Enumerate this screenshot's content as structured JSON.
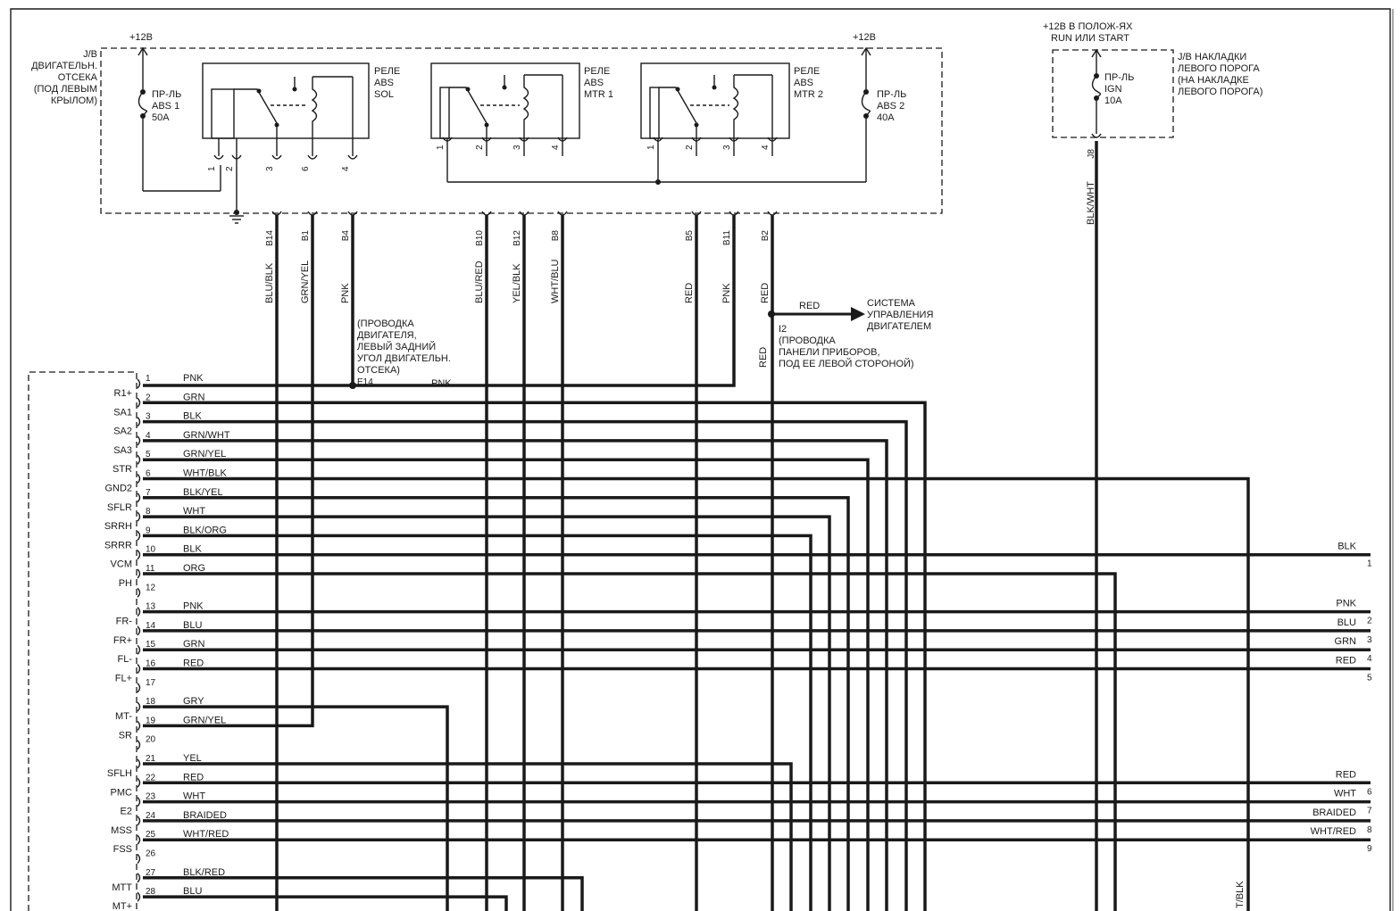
{
  "top": {
    "plus12_left": "+12B",
    "plus12_right": "+12B",
    "ign_supply": [
      "+12B В ПОЛОЖ-ЯХ",
      "RUN ИЛИ START"
    ]
  },
  "jb_engine": [
    "J/B",
    "ДВИГАТЕЛЬН.",
    "ОТСЕКА",
    "(ПОД ЛЕВЫМ",
    "КРЫЛОМ)"
  ],
  "jb_kick": [
    "J/B НАКЛАДКИ",
    "ЛЕВОГО ПОРОГА",
    "(НА НАКЛАДКЕ",
    "ЛЕВОГО ПОРОГА)"
  ],
  "fuses": [
    {
      "id": "abs1",
      "lines": [
        "ПР-ЛЬ",
        "ABS 1",
        "50A"
      ]
    },
    {
      "id": "abs2",
      "lines": [
        "ПР-ЛЬ",
        "ABS 2",
        "40A"
      ]
    },
    {
      "id": "ign",
      "lines": [
        "ПР-ЛЬ",
        "IGN",
        "10A"
      ]
    }
  ],
  "relays": [
    {
      "id": "sol",
      "lines": [
        "РЕЛЕ",
        "ABS",
        "SOL"
      ],
      "pins": [
        "1",
        "2",
        "3",
        "6",
        "4"
      ]
    },
    {
      "id": "mtr1",
      "lines": [
        "РЕЛЕ",
        "ABS",
        "MTR 1"
      ],
      "pins": [
        "1",
        "2",
        "3",
        "4"
      ]
    },
    {
      "id": "mtr2",
      "lines": [
        "РЕЛЕ",
        "ABS",
        "MTR 2"
      ],
      "pins": [
        "1",
        "2",
        "3",
        "4"
      ]
    }
  ],
  "drops": [
    {
      "conn": "B14",
      "color": "BLU/BLK"
    },
    {
      "conn": "B1",
      "color": "GRN/YEL"
    },
    {
      "conn": "B4",
      "color": "PNK"
    },
    {
      "conn": "B10",
      "color": "BLU/RED"
    },
    {
      "conn": "B12",
      "color": "YEL/BLK"
    },
    {
      "conn": "B8",
      "color": "WHT/BLU"
    },
    {
      "conn": "B5",
      "color": "RED"
    },
    {
      "conn": "B11",
      "color": "PNK"
    },
    {
      "conn": "B2",
      "color": "RED"
    },
    {
      "conn": "J8",
      "color": "BLK/WHT"
    }
  ],
  "notes": {
    "engine_harness": [
      "(ПРОВОДКА",
      "ДВИГАТЕЛЯ,",
      "ЛЕВЫЙ ЗАДНИЙ",
      "УГОЛ ДВИГАТЕЛЬН.",
      "ОТСЕКА)"
    ],
    "e14": "E14",
    "e14_wire": "PNK",
    "i2": "I2",
    "i2_note": [
      "(ПРОВОДКА",
      "ПАНЕЛИ ПРИБОРОВ,",
      "ПОД ЕЕ ЛЕВОЙ СТОРОНОЙ)"
    ],
    "i2_wire": "RED",
    "i2_vert": "RED",
    "engine_system": [
      "СИСТЕМА",
      "УПРАВЛЕНИЯ",
      "ДВИГАТЕЛЕМ"
    ]
  },
  "ecu_pins": [
    {
      "pin": "1",
      "name": "R1+",
      "color": "PNK"
    },
    {
      "pin": "2",
      "name": "SA1",
      "color": "GRN"
    },
    {
      "pin": "3",
      "name": "SA2",
      "color": "BLK"
    },
    {
      "pin": "4",
      "name": "SA3",
      "color": "GRN/WHT"
    },
    {
      "pin": "5",
      "name": "STR",
      "color": "GRN/YEL"
    },
    {
      "pin": "6",
      "name": "GND2",
      "color": "WHT/BLK"
    },
    {
      "pin": "7",
      "name": "SFLR",
      "color": "BLK/YEL"
    },
    {
      "pin": "8",
      "name": "SRRH",
      "color": "WHT"
    },
    {
      "pin": "9",
      "name": "SRRR",
      "color": "BLK/ORG"
    },
    {
      "pin": "10",
      "name": "VCM",
      "color": "BLK"
    },
    {
      "pin": "11",
      "name": "PH",
      "color": "ORG"
    },
    {
      "pin": "12",
      "name": "",
      "color": ""
    },
    {
      "pin": "13",
      "name": "FR-",
      "color": "PNK"
    },
    {
      "pin": "14",
      "name": "FR+",
      "color": "BLU"
    },
    {
      "pin": "15",
      "name": "FL-",
      "color": "GRN"
    },
    {
      "pin": "16",
      "name": "FL+",
      "color": "RED"
    },
    {
      "pin": "17",
      "name": "",
      "color": ""
    },
    {
      "pin": "18",
      "name": "MT-",
      "color": "GRY"
    },
    {
      "pin": "19",
      "name": "SR",
      "color": "GRN/YEL"
    },
    {
      "pin": "20",
      "name": "",
      "color": ""
    },
    {
      "pin": "21",
      "name": "SFLH",
      "color": "YEL"
    },
    {
      "pin": "22",
      "name": "PMC",
      "color": "RED"
    },
    {
      "pin": "23",
      "name": "E2",
      "color": "WHT"
    },
    {
      "pin": "24",
      "name": "MSS",
      "color": "BRAIDED"
    },
    {
      "pin": "25",
      "name": "FSS",
      "color": "WHT/RED"
    },
    {
      "pin": "26",
      "name": "",
      "color": ""
    },
    {
      "pin": "27",
      "name": "MTT",
      "color": "BLK/RED"
    },
    {
      "pin": "28",
      "name": "MT+",
      "color": "BLU"
    }
  ],
  "right_outputs": [
    {
      "color": "BLK",
      "num": "1"
    },
    {
      "color": "PNK",
      "num": "2"
    },
    {
      "color": "BLU",
      "num": "3"
    },
    {
      "color": "GRN",
      "num": "4"
    },
    {
      "color": "RED",
      "num": "5"
    },
    {
      "color": "RED",
      "num": "6"
    },
    {
      "color": "WHT",
      "num": "7"
    },
    {
      "color": "BRAIDED",
      "num": "8"
    },
    {
      "color": "WHT/RED",
      "num": "9"
    }
  ],
  "cut_label": "T/BLK"
}
